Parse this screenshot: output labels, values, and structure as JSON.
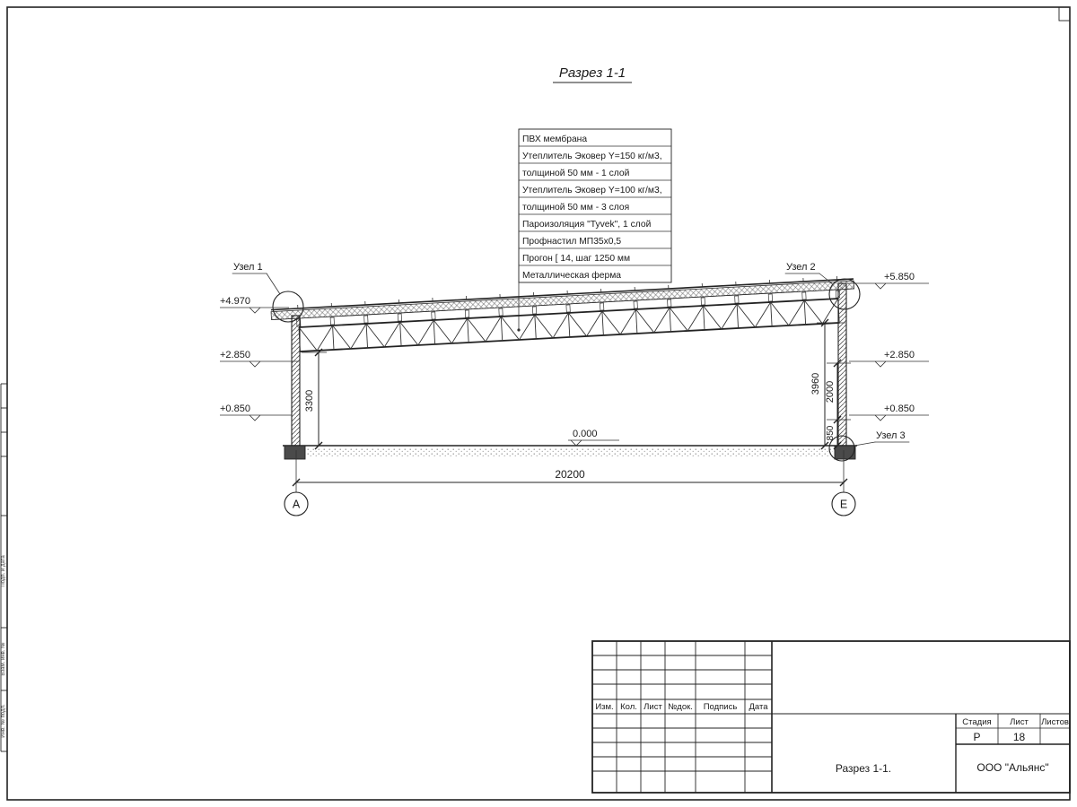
{
  "sheet": {
    "title": "Разрез 1-1"
  },
  "callout": {
    "rows": [
      "ПВХ мембрана",
      "Утеплитель Эковер Y=150 кг/м3,",
      "толщиной 50 мм - 1 слой",
      "Утеплитель Эковер Y=100 кг/м3,",
      "толщиной 50 мм - 3 слоя",
      "Пароизоляция \"Tyvek\", 1 слой",
      "Профнастил МП35х0,5",
      "Прогон [ 14, шаг 1250 мм",
      "Металлическая ферма"
    ]
  },
  "nodes": {
    "node1": "Узел 1",
    "node2": "Узел 2",
    "node3": "Узел 3"
  },
  "elevations": {
    "left_top": "+4.970",
    "left_mid": "+2.850",
    "left_low": "+0.850",
    "right_top": "+5.850",
    "right_mid": "+2.850",
    "right_low": "+0.850",
    "zero": "0.000"
  },
  "dimensions": {
    "span": "20200",
    "left_height": "3300",
    "right_height": "3960",
    "upper_right": "2000",
    "lower_right": "850"
  },
  "axes": {
    "left": "А",
    "right": "Е"
  },
  "titleblock": {
    "columns": [
      "Изм.",
      "Кол.",
      "Лист",
      "№док.",
      "Подпись",
      "Дата"
    ],
    "stage_label": "Стадия",
    "sheet_label": "Лист",
    "sheets_label": "Листов",
    "stage_value": "Р",
    "sheet_value": "18",
    "drawing_name": "Разрез 1-1.",
    "company": "ООО \"Альянс\""
  },
  "frame": {
    "left_label_1": "Подп. и дата",
    "left_label_2": "Взам. инв. №",
    "left_label_3": "Инв. № подл."
  }
}
